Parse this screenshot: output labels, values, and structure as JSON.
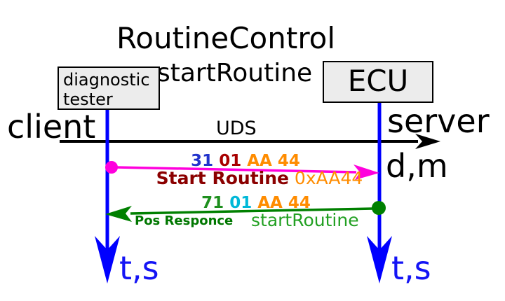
{
  "title": "RoutineControl",
  "subtitle": "startRoutine",
  "client": {
    "box_line1": "diagnostic",
    "box_line2": "tester",
    "role_label": "client",
    "time_axis_label": "t,s"
  },
  "server": {
    "box_label": "ECU",
    "role_label": "server",
    "time_axis_label": "t,s",
    "data_label": "d,m"
  },
  "channel": {
    "label": "UDS"
  },
  "request": {
    "bytes": [
      {
        "text": "31",
        "color": "#2233cc"
      },
      {
        "text": "01",
        "color": "#a80000"
      },
      {
        "text": "AA 44",
        "color": "#ff8c00"
      }
    ],
    "label": {
      "text": "Start Routine",
      "color": "#8b0000"
    },
    "routine_id": {
      "text": "0xAA44",
      "color": "#ff8c00"
    },
    "arrow_color": "#ff00dd"
  },
  "response": {
    "bytes": [
      {
        "text": "71",
        "color": "#1e8f1e"
      },
      {
        "text": "01",
        "color": "#00b8d8"
      },
      {
        "text": "AA 44",
        "color": "#ff8c00"
      }
    ],
    "label": {
      "text": "Pos Responce",
      "color": "#007700"
    },
    "routine_name": {
      "text": "startRoutine",
      "color": "#22a022"
    },
    "arrow_color": "#008000"
  },
  "colors": {
    "lifeline": "#0000ff",
    "time_label": "#1414f5",
    "channel_arrow": "#000000",
    "box_fill": "#ececec",
    "box_border": "#000000"
  }
}
